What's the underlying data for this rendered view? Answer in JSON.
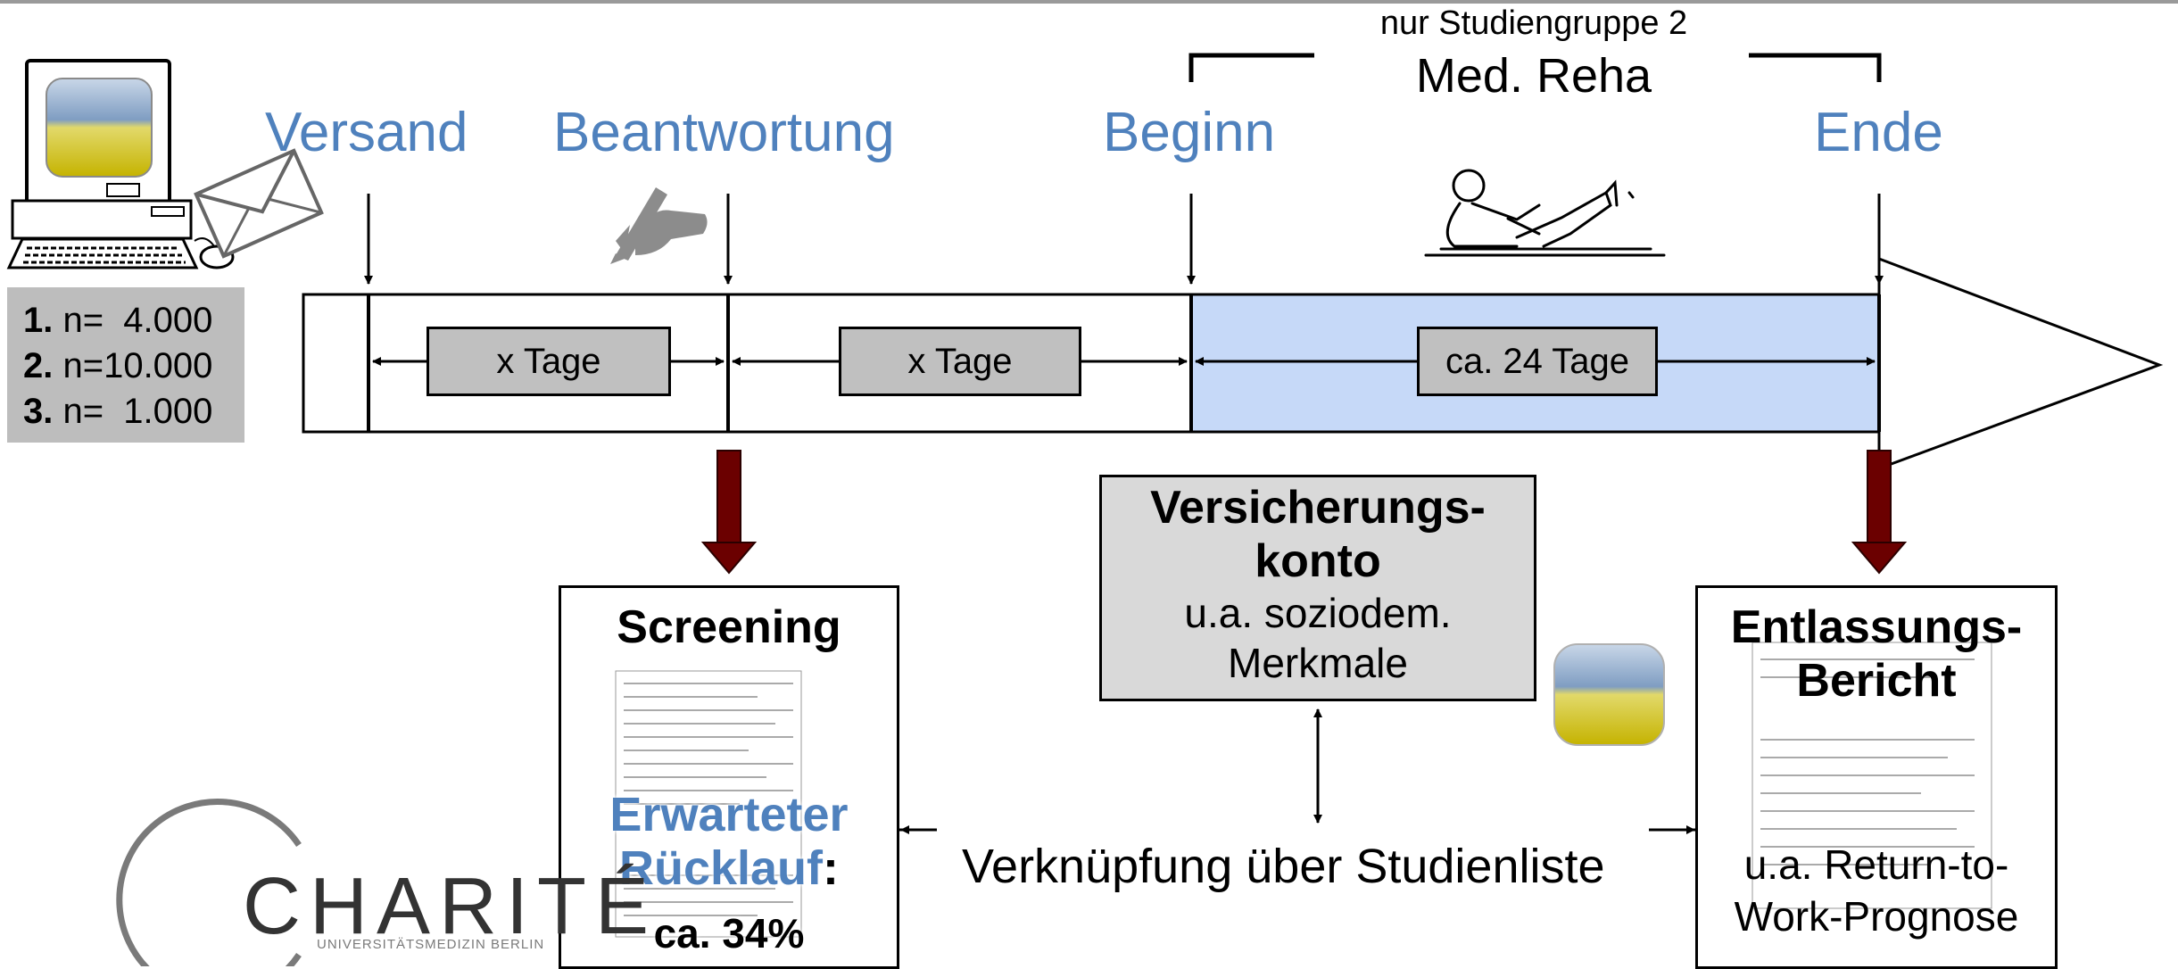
{
  "header": {
    "subgroup_note": "nur Studiengruppe 2",
    "rehab_title": "Med. Reha"
  },
  "timeline": {
    "milestones": [
      "Versand",
      "Beantwortung",
      "Beginn",
      "Ende"
    ],
    "durations": [
      "x Tage",
      "x Tage",
      "ca. 24 Tage"
    ]
  },
  "samples": [
    {
      "number": "1.",
      "text": " n=  4.000"
    },
    {
      "number": "2.",
      "text": " n=10.000"
    },
    {
      "number": "3.",
      "text": " n=  1.000"
    }
  ],
  "screening": {
    "title": "Screening",
    "return_label": "Erwarteter Rücklauf",
    "return_colon": ":",
    "return_value": "ca. 34%"
  },
  "insurance": {
    "title_line1": "Versicherungs-",
    "title_line2": "konto",
    "detail_line1": "u.a. soziodem.",
    "detail_line2": "Merkmale"
  },
  "discharge": {
    "title_line1": "Entlassungs-",
    "title_line2": "Bericht",
    "detail_line1": "u.a. Return-to-",
    "detail_line2": "Work-Prognose"
  },
  "linkage": {
    "label": "Verknüpfung über Studienliste"
  },
  "logo": {
    "name": "CHARITÉ",
    "subtitle": "UNIVERSITÄTSMEDIZIN BERLIN"
  },
  "colors": {
    "label_blue": "#4f81bd",
    "rehab_fill": "#c6d9f8",
    "duration_fill": "#c0c0c0",
    "down_arrow": "#6b0000"
  },
  "icons": [
    "computer-icon",
    "envelope-icon",
    "pen-hand-icon",
    "rehab-exercise-icon",
    "data-cube-icon"
  ]
}
